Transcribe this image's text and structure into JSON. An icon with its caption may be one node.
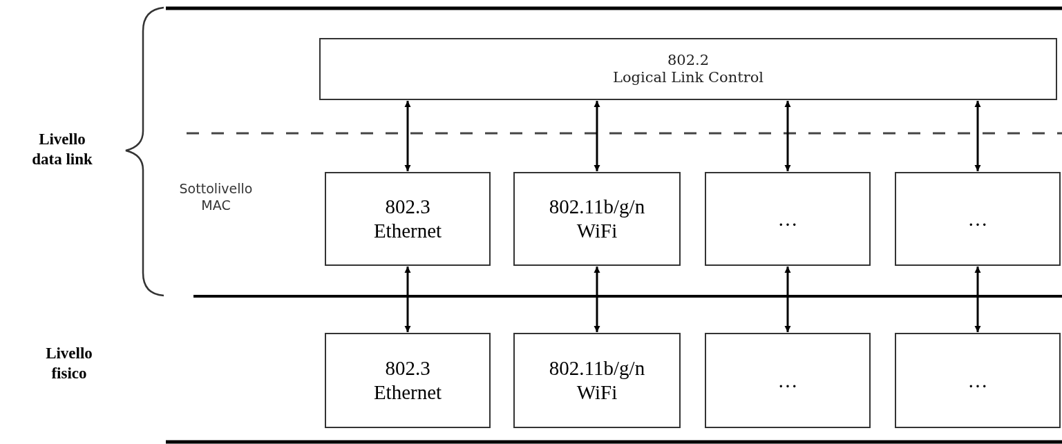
{
  "diagram": {
    "nodes": [
      {
        "text": [
          "802.2",
          "Logical Link Control"
        ]
      },
      {
        "text": [
          "802.3",
          "Ethernet"
        ]
      },
      {
        "text": [
          "802.11b/g/n",
          "WiFi"
        ]
      },
      {
        "text": [
          "…"
        ]
      },
      {
        "text": [
          "…"
        ]
      },
      {
        "text": [
          "802.3",
          "Ethernet"
        ]
      },
      {
        "text": [
          "802.11b/g/n",
          "WiFi"
        ]
      },
      {
        "text": [
          "…"
        ]
      },
      {
        "text": [
          "…"
        ]
      }
    ],
    "edges": [
      {
        "from": 0,
        "to": 1,
        "arrow": "both"
      },
      {
        "from": 0,
        "to": 2,
        "arrow": "both"
      },
      {
        "from": 0,
        "to": 3,
        "arrow": "both"
      },
      {
        "from": 0,
        "to": 4,
        "arrow": "both"
      },
      {
        "from": 1,
        "to": 5,
        "arrow": "both"
      },
      {
        "from": 2,
        "to": 6,
        "arrow": "both"
      },
      {
        "from": 3,
        "to": 7,
        "arrow": "both"
      },
      {
        "from": 4,
        "to": 8,
        "arrow": "both"
      }
    ],
    "labels": [
      "Livello data link",
      "Sottolivello MAC",
      "Livello fisico"
    ]
  }
}
